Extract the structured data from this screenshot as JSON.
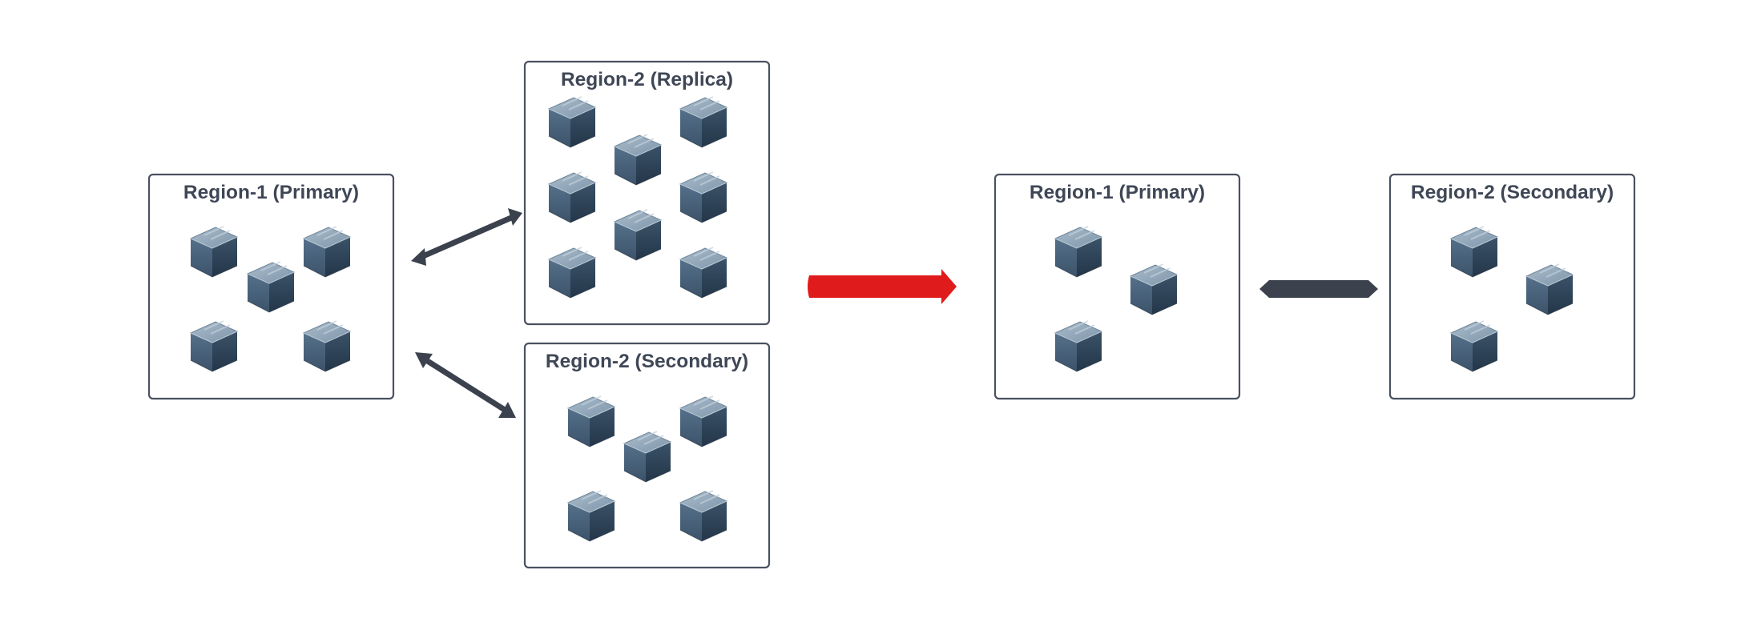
{
  "regions": {
    "left_primary": {
      "title": "Region-1 (Primary)",
      "servers": 5
    },
    "left_replica": {
      "title": "Region-2 (Replica)",
      "servers": 8
    },
    "left_secondary": {
      "title": "Region-2 (Secondary)",
      "servers": 5
    },
    "right_primary": {
      "title": "Region-1 (Primary)",
      "servers": 3
    },
    "right_secondary": {
      "title": "Region-2 (Secondary)",
      "servers": 3
    }
  },
  "icons": {
    "server": "server-cube-icon",
    "bidirectional": "double-arrow-icon",
    "transition": "right-arrow-icon"
  },
  "colors": {
    "box_stroke": "#4a5160",
    "title_text": "#3f4756",
    "connector": "#3b424d",
    "transition_arrow": "#e01b1b",
    "server_top": "#8ba1b4",
    "server_left": "#4a6178",
    "server_right": "#2f4459"
  }
}
